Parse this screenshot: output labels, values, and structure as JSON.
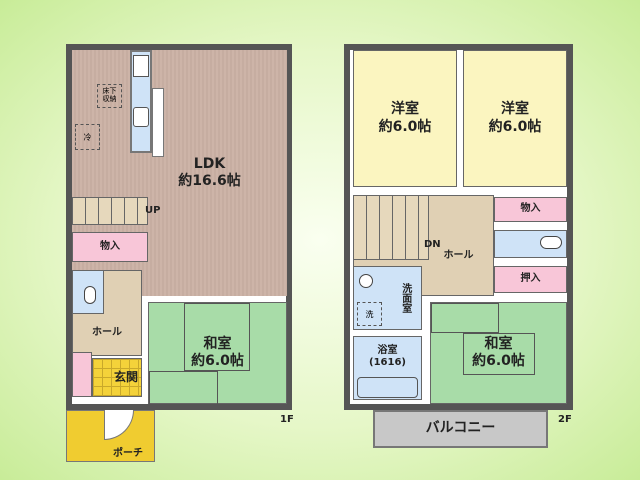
{
  "floor1": {
    "label": "1F",
    "ldk": {
      "name": "LDK",
      "size": "約16.6帖"
    },
    "underfloor_storage": "床下\n収納",
    "fridge": "冷",
    "stairs_label": "UP",
    "storage": "物入",
    "hall": "ホール",
    "washitsu": {
      "name": "和室",
      "size": "約6.0帖"
    },
    "entrance": "玄関",
    "porch": "ポーチ"
  },
  "floor2": {
    "label": "2F",
    "western_room_left": {
      "name": "洋室",
      "size": "約6.0帖"
    },
    "western_room_right": {
      "name": "洋室",
      "size": "約6.0帖"
    },
    "storage": "物入",
    "closet": "押入",
    "stairs_label": "DN",
    "hall": "ホール",
    "washroom": "洗面室",
    "washer": "洗",
    "bathroom": {
      "name": "浴室",
      "size": "(1616)"
    },
    "washitsu": {
      "name": "和室",
      "size": "約6.0帖"
    },
    "balcony": "バルコニー"
  }
}
